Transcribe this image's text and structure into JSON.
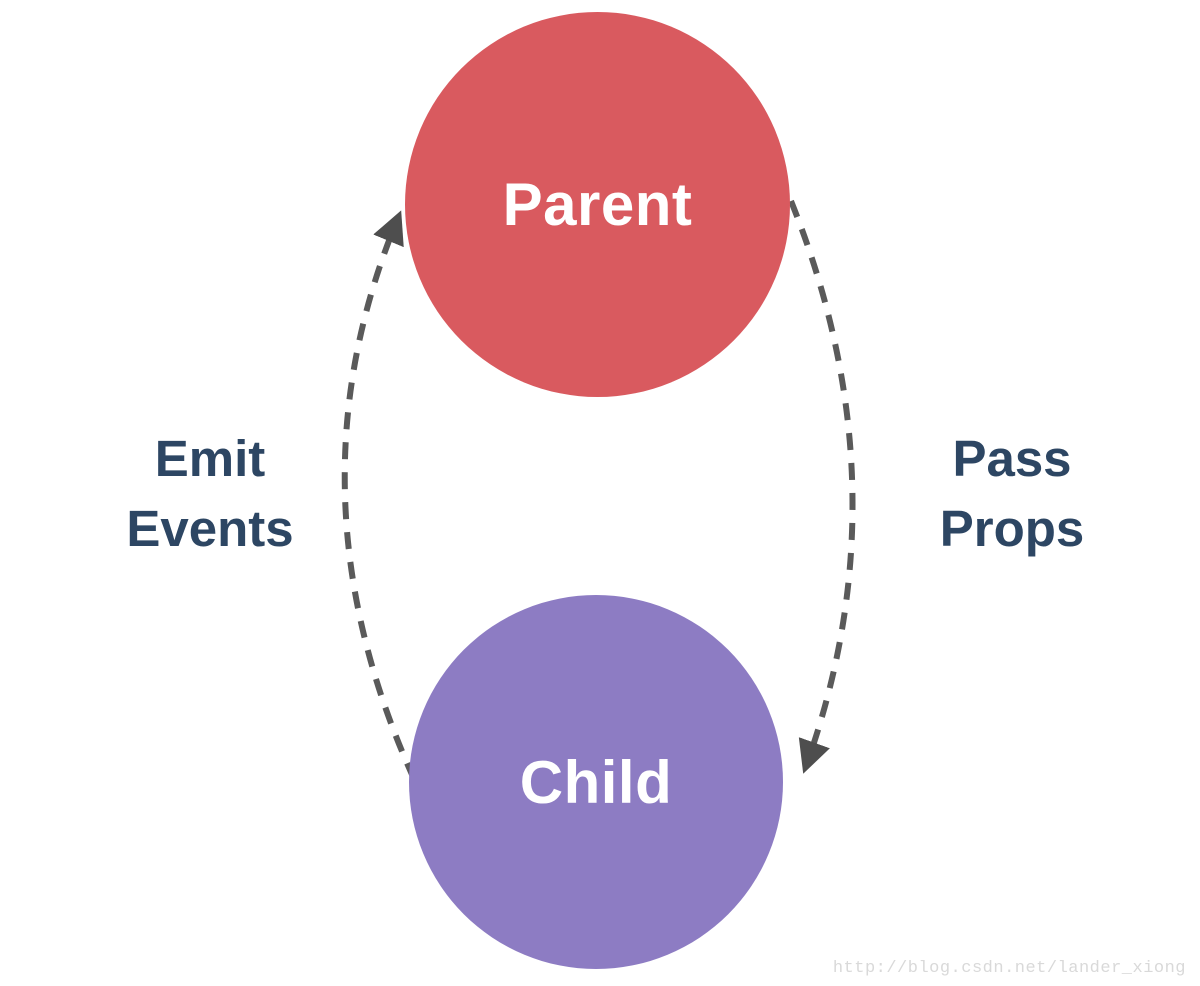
{
  "diagram": {
    "nodes": [
      {
        "id": "parent",
        "label": "Parent",
        "fill": "#d95a5f",
        "label_color": "#ffffff",
        "position": "top"
      },
      {
        "id": "child",
        "label": "Child",
        "fill": "#8d7cc3",
        "label_color": "#ffffff",
        "position": "bottom"
      }
    ],
    "edges": [
      {
        "from": "child",
        "to": "parent",
        "side": "left",
        "style": "dashed-arrow",
        "label": "Emit Events",
        "label_line1": "Emit",
        "label_line2": "Events"
      },
      {
        "from": "parent",
        "to": "child",
        "side": "right",
        "style": "dashed-arrow",
        "label": "Pass Props",
        "label_line1": "Pass",
        "label_line2": "Props"
      }
    ],
    "colors": {
      "background": "#ffffff",
      "arrow": "#5a5a5a",
      "arrowhead": "#4e4e4e",
      "edge_label": "#2d4663"
    }
  },
  "watermark": {
    "text": "http://blog.csdn.net/lander_xiong",
    "color": "#d9d9d9"
  }
}
